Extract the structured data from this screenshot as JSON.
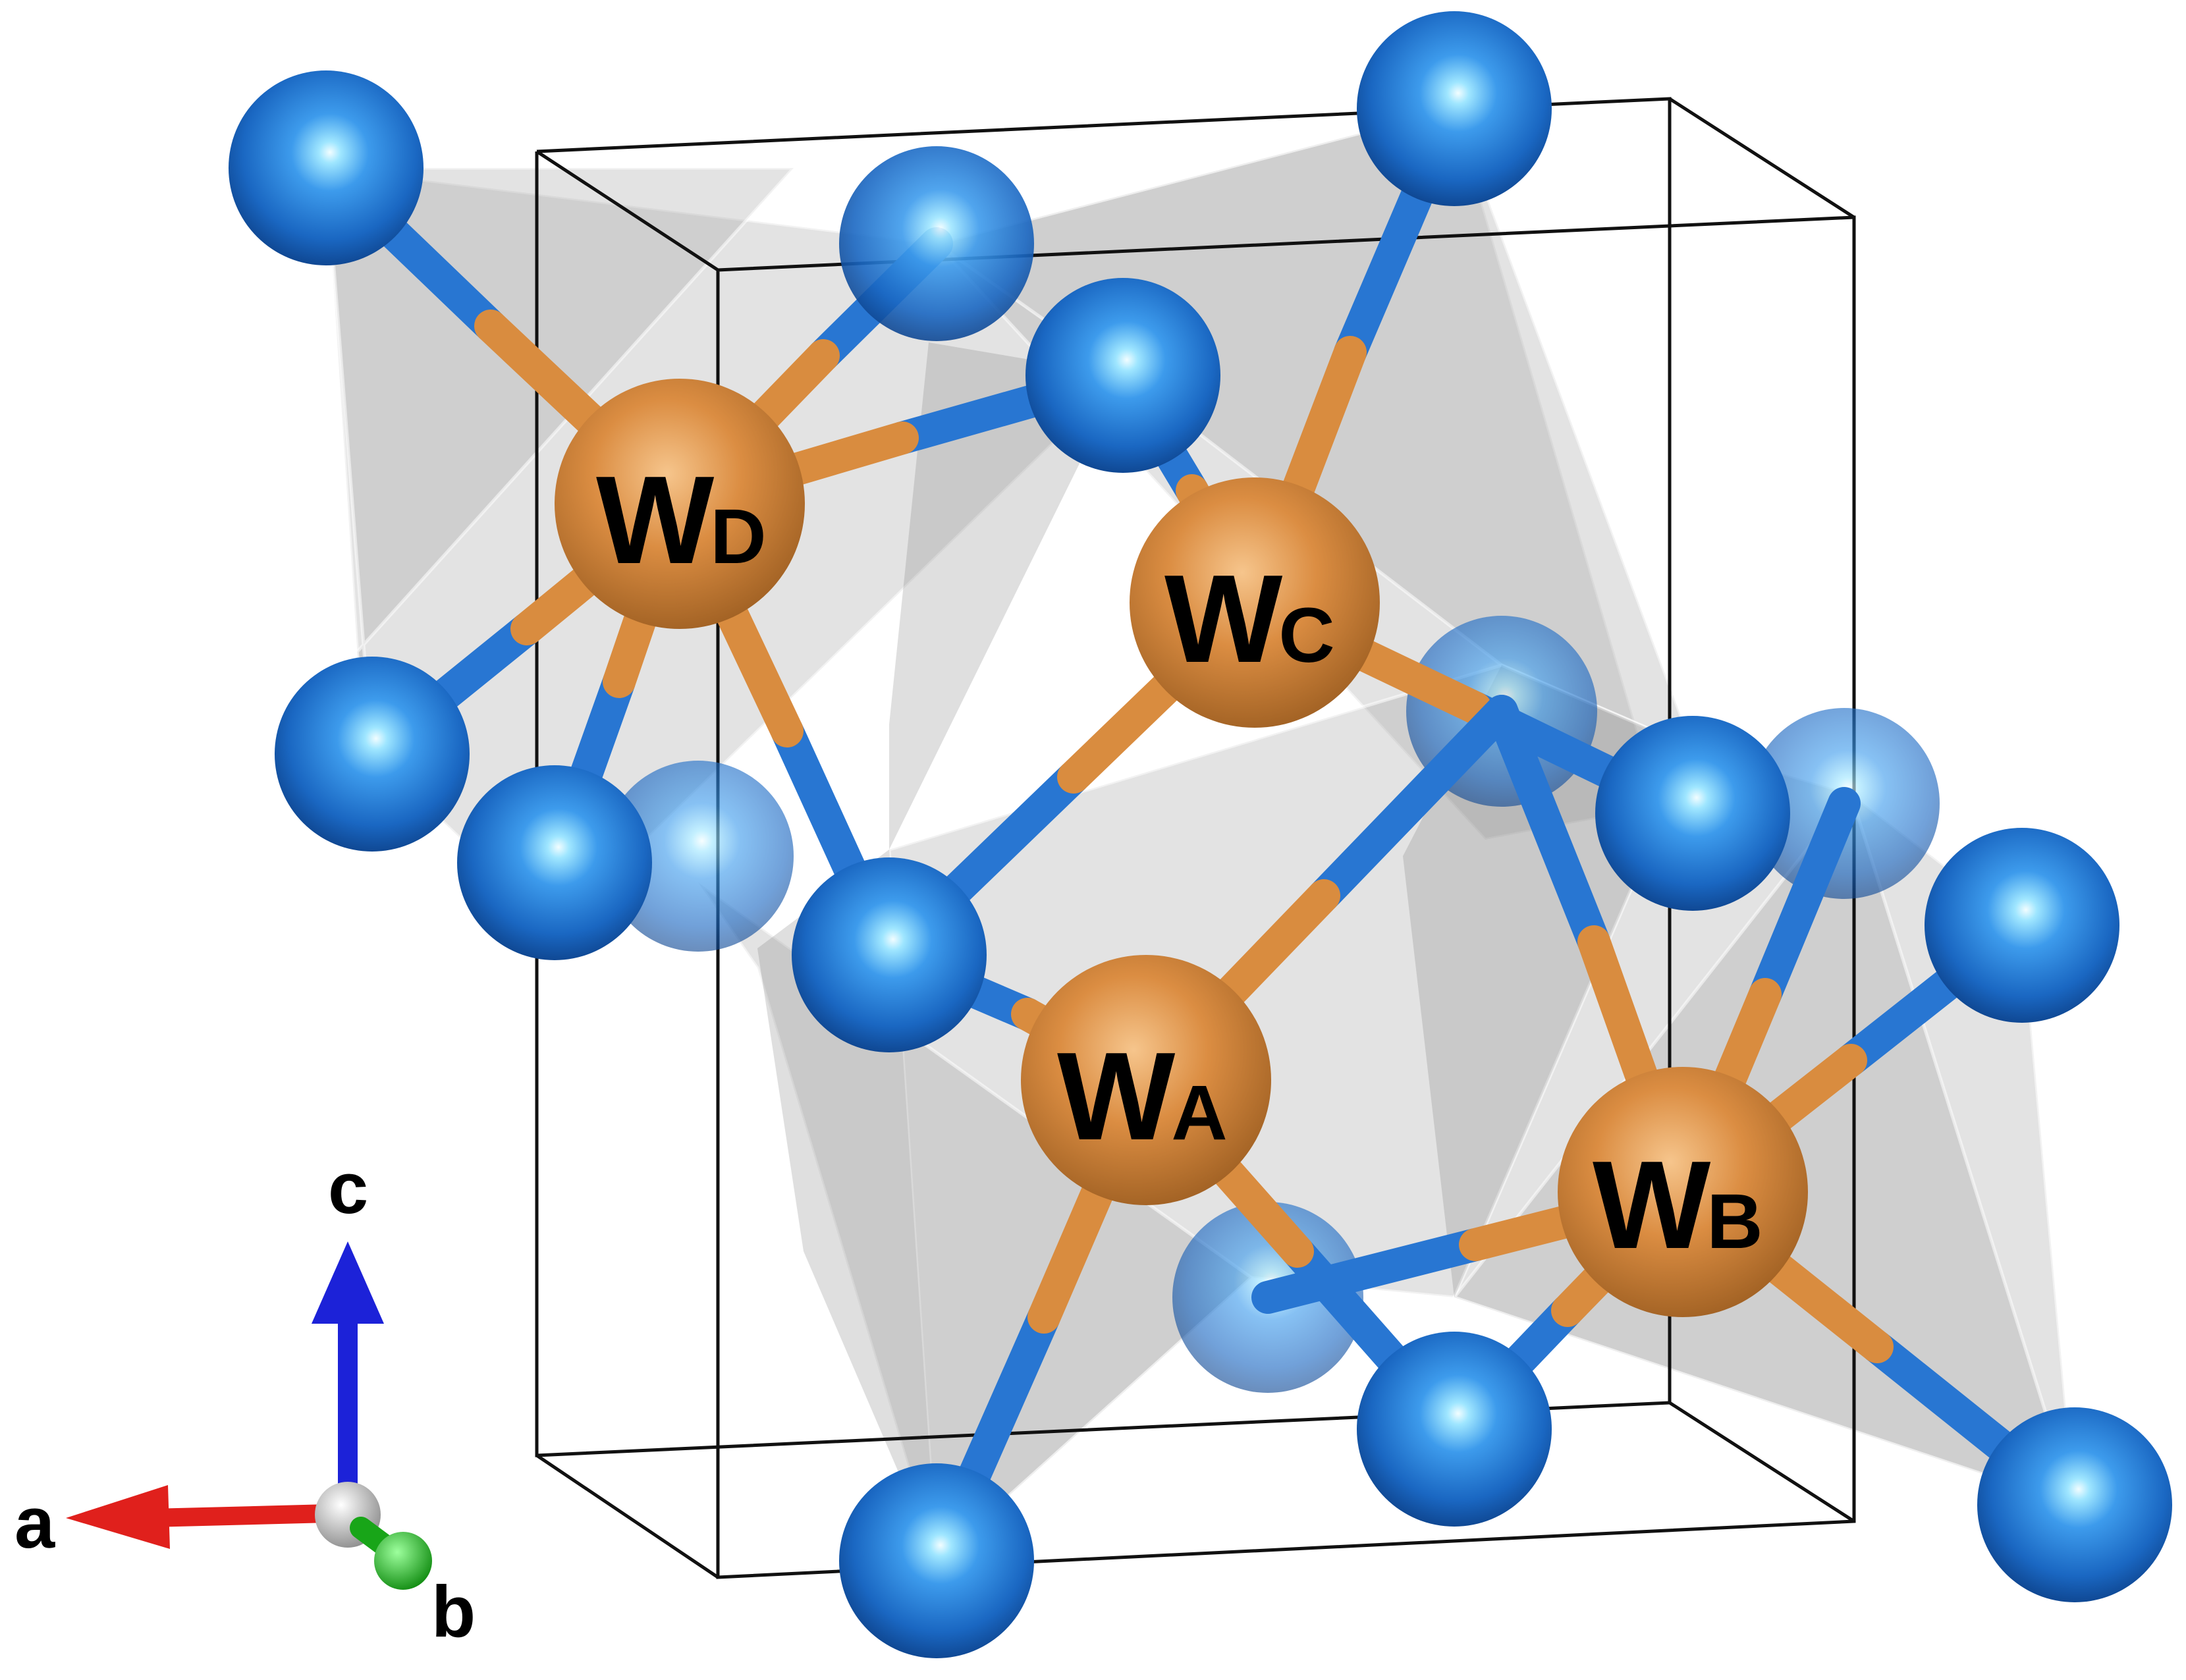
{
  "atoms": {
    "tungsten": [
      {
        "id": "WD",
        "main": "W",
        "sub": "D"
      },
      {
        "id": "WC",
        "main": "W",
        "sub": "C"
      },
      {
        "id": "WA",
        "main": "W",
        "sub": "A"
      },
      {
        "id": "WB",
        "main": "W",
        "sub": "B"
      }
    ]
  },
  "axes": {
    "a": "a",
    "b": "b",
    "c": "c"
  },
  "colors": {
    "oxygen": "#1e6fc8",
    "tungsten": "#d8893e",
    "polyhedra": "#9a9a9a",
    "cell": "#111111",
    "axis_a": "#e0201c",
    "axis_b": "#18a518",
    "axis_c": "#1c22d8",
    "origin": "#cfcfcf"
  }
}
